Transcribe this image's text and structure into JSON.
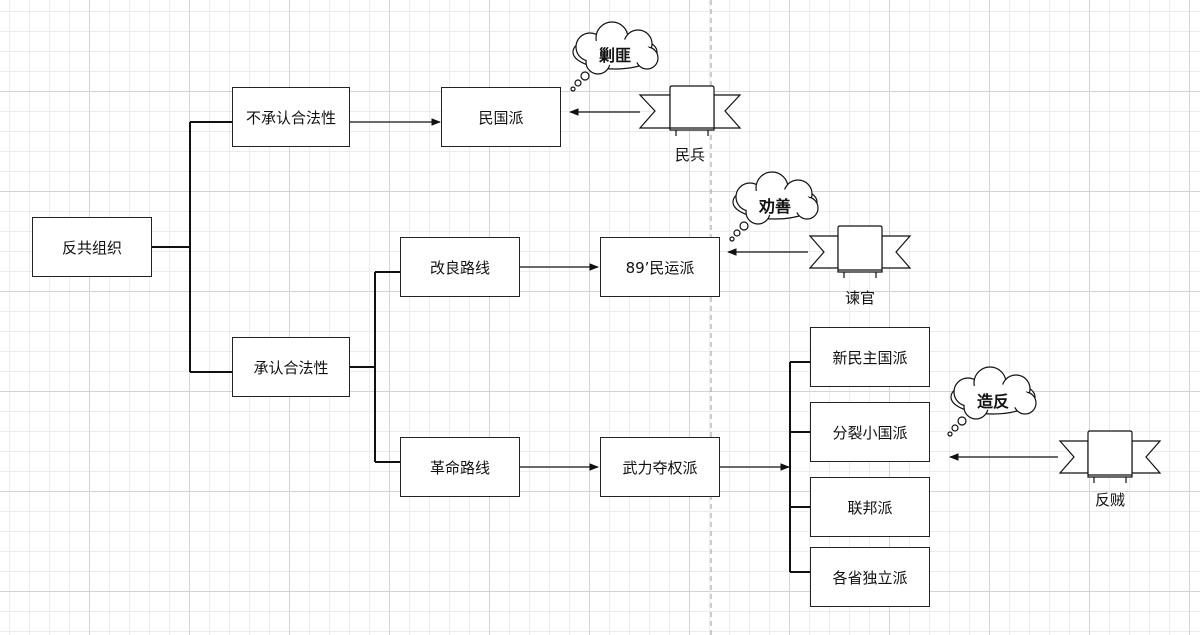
{
  "nodes": {
    "root": "反共组织",
    "no_legit": "不承认合法性",
    "legit": "承认合法性",
    "minguo": "民国派",
    "reform": "改良路线",
    "revolution": "革命路线",
    "minyun89": "89’民运派",
    "armed": "武力夺权派",
    "new_democracy": "新民主国派",
    "split_states": "分裂小国派",
    "federal": "联邦派",
    "provinces": "各省独立派"
  },
  "actors": {
    "militia": "民兵",
    "remonstrator": "谏官",
    "rebel": "反贼"
  },
  "clouds": {
    "suppress": "剿匪",
    "persuade": "劝善",
    "revolt": "造反"
  }
}
